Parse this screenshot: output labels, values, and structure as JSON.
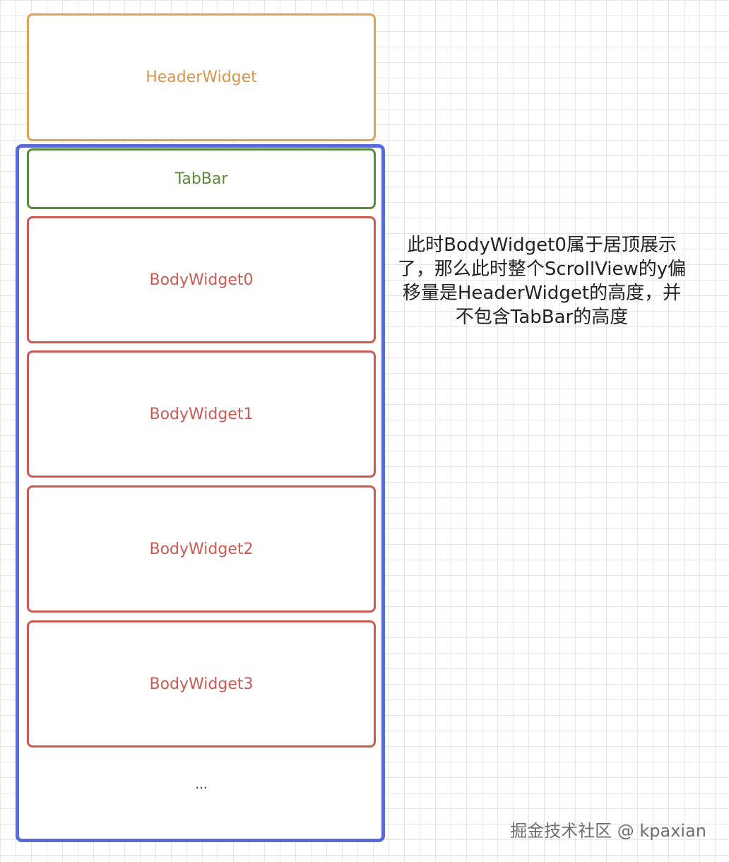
{
  "diagram": {
    "header_label": "HeaderWidget",
    "tabbar_label": "TabBar",
    "body_labels": [
      "BodyWidget0",
      "BodyWidget1",
      "BodyWidget2",
      "BodyWidget3"
    ],
    "ellipsis": "...",
    "colors": {
      "header": "#e0a055",
      "scroll_view": "#5b6ad9",
      "tabbar": "#5c8a3c",
      "body": "#cc5a54"
    }
  },
  "note": {
    "text": "此时BodyWidget0属于居顶展示了，那么此时整个ScrollView的y偏移量是HeaderWidget的高度，并不包含TabBar的高度"
  },
  "watermark": {
    "text": "掘金技术社区 @ kpaxian"
  }
}
